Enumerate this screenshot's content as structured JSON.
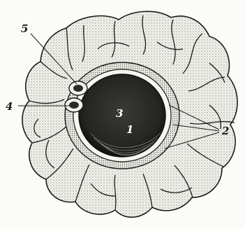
{
  "figure": {
    "labels": {
      "num_1": "1",
      "num_2": "2",
      "num_3": "3",
      "num_4": "4",
      "num_5": "5"
    },
    "colors": {
      "paper": "#fbfbf7",
      "ink": "#1a1a18",
      "stipple": "#c9c9c2",
      "core": "#2a2a28"
    }
  }
}
